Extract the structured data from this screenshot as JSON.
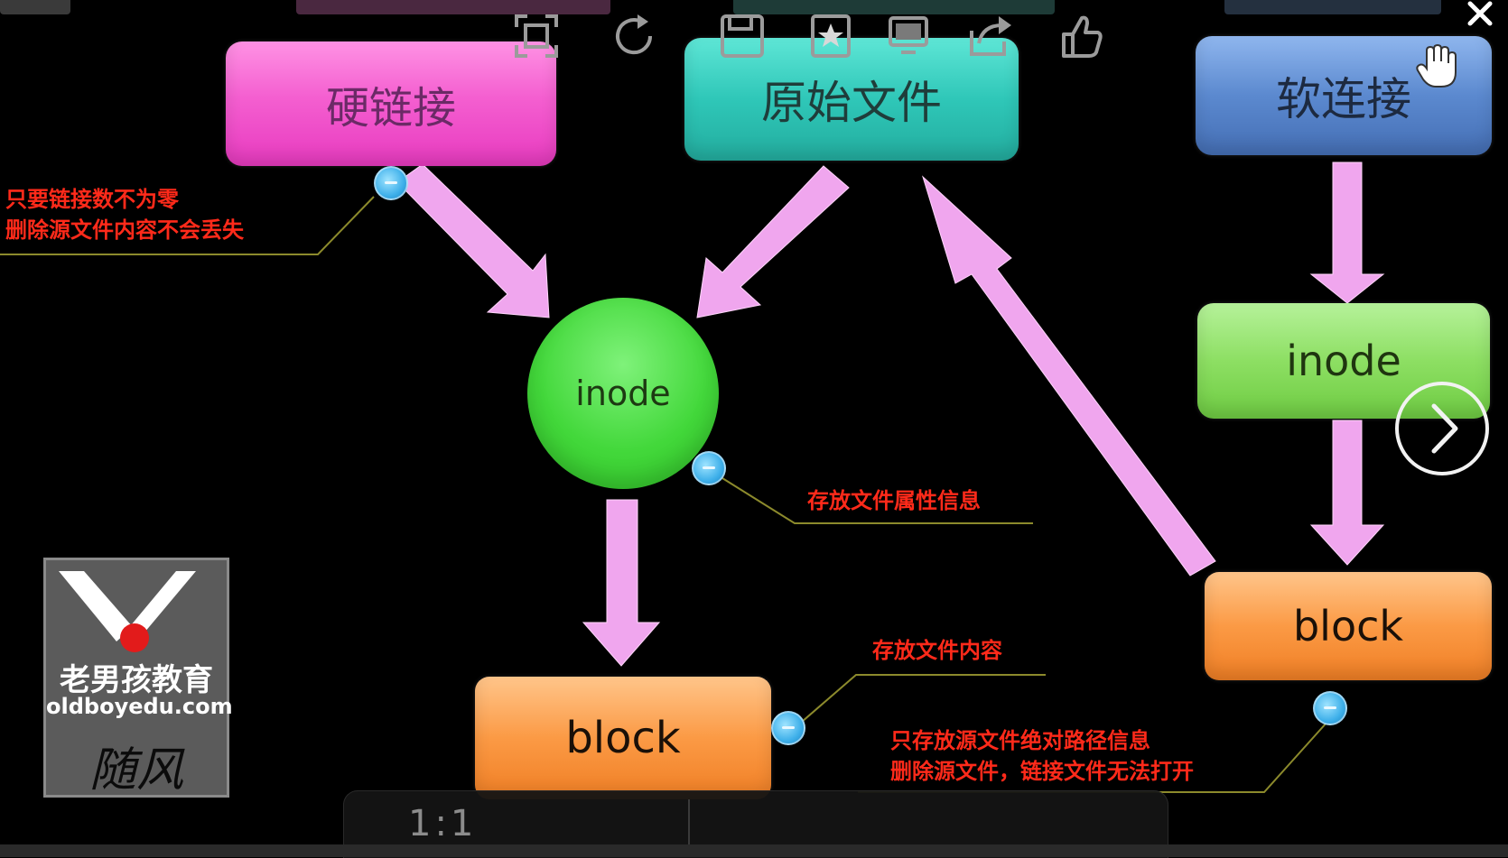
{
  "nodes": {
    "hard_link": "硬链接",
    "original_file": "原始文件",
    "soft_link": "软连接",
    "inode_center": "inode",
    "block_center": "block",
    "inode_right": "inode",
    "block_right": "block"
  },
  "notes": {
    "hard_link_note_1": "只要链接数不为零",
    "hard_link_note_2": "删除源文件内容不会丢失",
    "inode_note": "存放文件属性信息",
    "block_note": "存放文件内容",
    "soft_link_note_1": "只存放源文件绝对路径信息",
    "soft_link_note_2": "删除源文件，链接文件无法打开"
  },
  "logo": {
    "brand_cn": "老男孩教育",
    "brand_url": "oldboyedu.com",
    "signature": "随风"
  },
  "toolbar": {
    "zoom": "1:1"
  },
  "colors": {
    "arrow": "#f0a6ee",
    "note_text": "#ff2a1a",
    "leader_line": "#8c8a2c"
  }
}
